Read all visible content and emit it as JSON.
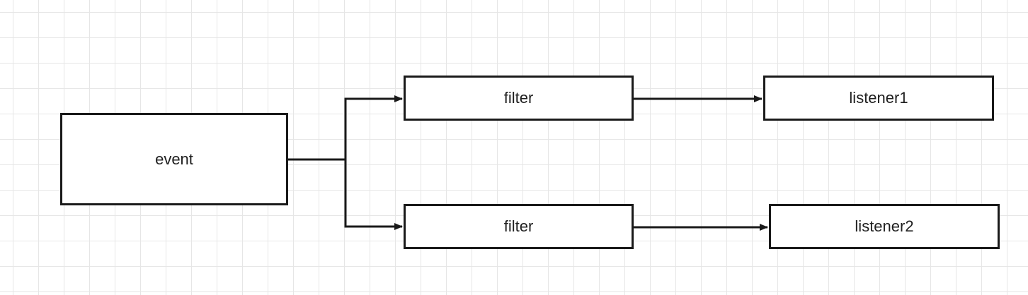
{
  "diagram": {
    "nodes": {
      "event": "event",
      "filter_top": "filter",
      "filter_bottom": "filter",
      "listener1": "listener1",
      "listener2": "listener2"
    },
    "colors": {
      "stroke": "#1a1a1a",
      "grid": "#e6e6e6",
      "background": "#ffffff"
    }
  }
}
